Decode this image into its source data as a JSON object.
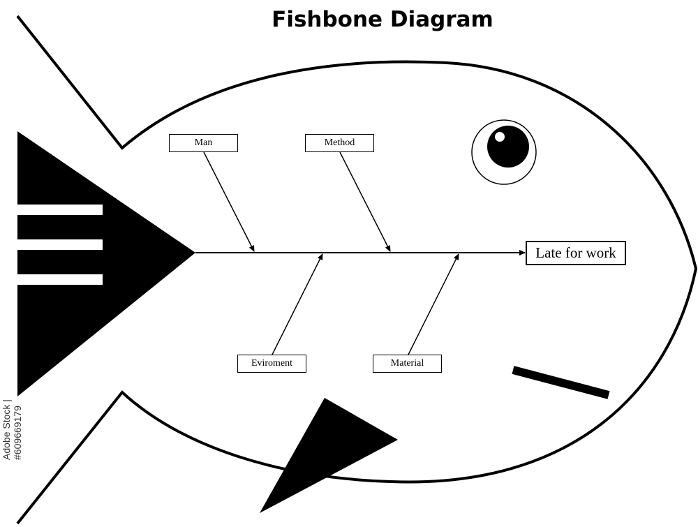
{
  "title": "Fishbone Diagram",
  "effect": "Late for work",
  "causes": {
    "man": "Man",
    "method": "Method",
    "environment": "Eviroment",
    "material": "Material"
  },
  "watermark": "Adobe Stock | #609669179",
  "colors": {
    "ink": "#000000",
    "background": "#ffffff"
  }
}
